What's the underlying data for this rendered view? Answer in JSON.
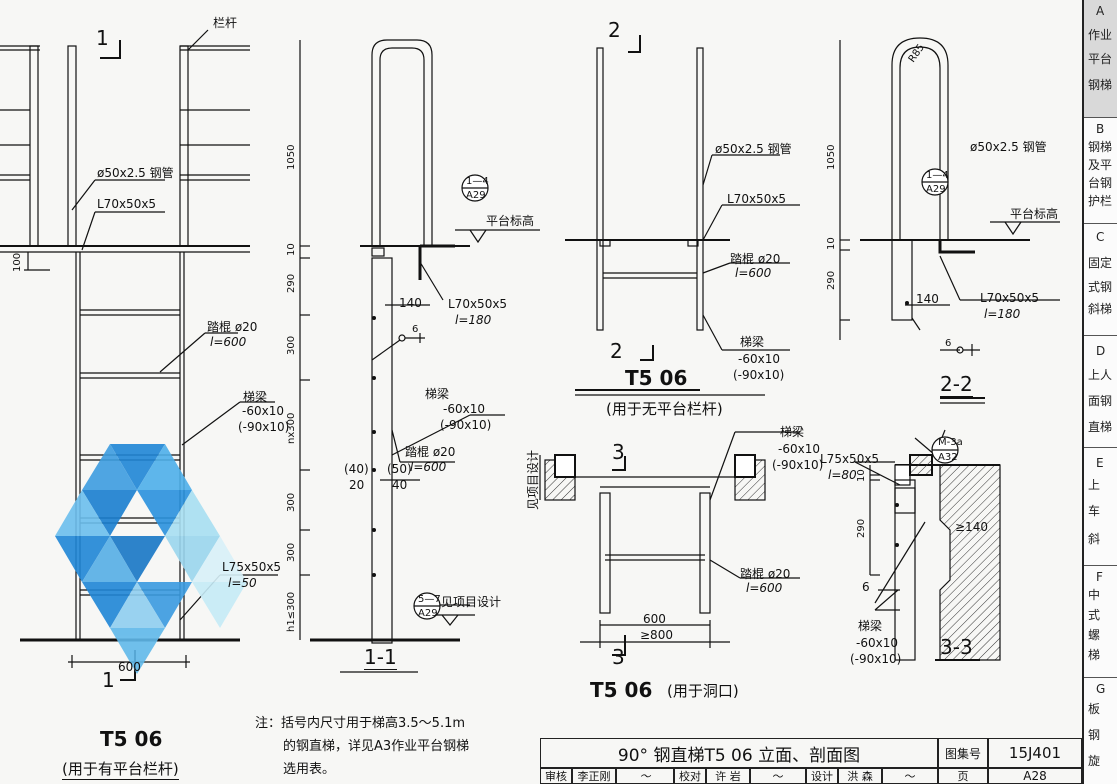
{
  "views": {
    "left": {
      "label_railing": "栏杆",
      "label_pipe": "ø50x2.5 钢管",
      "label_angle": "L70x50x5",
      "dim_100": "100",
      "label_rung": "踏棍 ø20",
      "label_rung_l": "l=600",
      "label_beam": "梯梁",
      "label_beam_a": "-60x10",
      "label_beam_b": "(-90x10)",
      "label_angle2": "L75x50x5",
      "label_angle2_l": "l=50",
      "dim_600": "600",
      "section_mark_top": "1",
      "section_mark_bottom": "1",
      "title": "T5  06",
      "subtitle": "(用于有平台栏杆)"
    },
    "section11": {
      "dim_1050": "1050",
      "dim_10": "10",
      "dim_290": "290",
      "dim_300a": "300",
      "dim_nx300": "nx300",
      "dim_300b": "300",
      "dim_300c": "300",
      "dim_h1": "h1≤300",
      "dim_140": "140",
      "ref_top_a": "1—4",
      "ref_top_b": "A29",
      "platform_label": "平台标高",
      "angle_label": "L70x50x5",
      "angle_l": "l=180",
      "weld_6": "6",
      "beam_label": "梯梁",
      "beam_a": "-60x10",
      "beam_b": "(-90x10)",
      "dim_40p": "(40)",
      "dim_20": "20",
      "dim_50p": "(50)",
      "dim_40": "40",
      "rung_label": "踏棍 ø20",
      "rung_l": "l=600",
      "ref_bot_a": "5—7",
      "ref_bot_b": "A29",
      "project_label": "见项目设计",
      "title": "1-1"
    },
    "noRail": {
      "mark_top": "2",
      "mark_bottom": "2",
      "pipe": "ø50x2.5 钢管",
      "angle": "L70x50x5",
      "rung": "踏棍 ø20",
      "rung_l": "l=600",
      "beam": "梯梁",
      "beam_a": "-60x10",
      "beam_b": "(-90x10)",
      "title": "T5  06",
      "subtitle": "(用于无平台栏杆)"
    },
    "section22": {
      "r85": "R85",
      "pipe": "ø50x2.5 钢管",
      "dim_1050": "1050",
      "ref_a": "1—4",
      "ref_b": "A29",
      "platform": "平台标高",
      "dim_10": "10",
      "dim_290": "290",
      "dim_140": "140",
      "angle": "L70x50x5",
      "angle_l": "l=180",
      "weld_6": "6",
      "title": "2-2"
    },
    "opening": {
      "mark_top": "3",
      "mark_bottom": "3",
      "project": "见项目设计",
      "beam": "梯梁",
      "beam_a": "-60x10",
      "beam_b": "(-90x10)",
      "rung": "踏棍 ø20",
      "rung_l": "l=600",
      "dim_600": "600",
      "dim_800": "≥800",
      "title": "T5  06",
      "subtitle": "(用于洞口)"
    },
    "section33": {
      "angle": "L75x50x5",
      "angle_l": "l=80",
      "ref_a": "M-3a",
      "ref_b": "A32",
      "dim_10": "10",
      "dim_290": "290",
      "dim_140": "≥140",
      "weld_6": "6",
      "beam": "梯梁",
      "beam_a": "-60x10",
      "beam_b": "(-90x10)",
      "title": "3-3"
    }
  },
  "note": {
    "line1": "注：括号内尺寸用于梯高3.5～5.1m",
    "line2": "的钢直梯，详见A3作业平台钢梯",
    "line3": "选用表。"
  },
  "titleblock": {
    "title": "90° 钢直梯T5 06 立面、剖面图",
    "atlas_label": "图集号",
    "atlas_no": "15J401",
    "page_label": "页",
    "page_no": "A28",
    "review": "审核",
    "reviewer": "李正刚",
    "check": "校对",
    "checker": "许 岩",
    "design": "设计",
    "designer": "洪 森"
  },
  "sidebar": [
    {
      "head": "A",
      "lines": [
        "作业",
        "平台",
        "钢梯"
      ]
    },
    {
      "head": "B",
      "lines": [
        "钢梯",
        "及平",
        "台钢",
        "护栏"
      ]
    },
    {
      "head": "C",
      "lines": [
        "固定",
        "式钢",
        "斜梯"
      ]
    },
    {
      "head": "D",
      "lines": [
        "上人",
        "面钢",
        "直梯"
      ]
    },
    {
      "head": "E",
      "lines": [
        "上",
        "车",
        "斜"
      ]
    },
    {
      "head": "F",
      "lines": [
        "中",
        "式",
        "螺",
        "梯"
      ]
    },
    {
      "head": "G",
      "lines": [
        "板",
        "钢",
        "旋"
      ]
    }
  ],
  "colors": {
    "ink": "#111111",
    "watermark": "#1f86d6",
    "hatch": "#333333"
  }
}
